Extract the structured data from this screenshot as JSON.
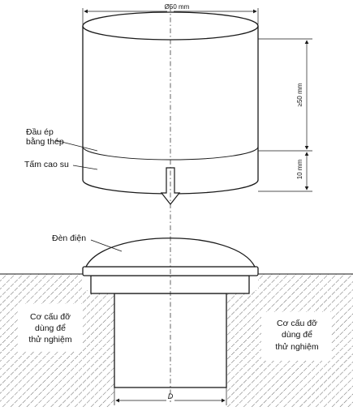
{
  "figure": {
    "dimensions": {
      "diameter": "Ø50 mm",
      "press_height": "≥50 mm",
      "rubber_thickness": "10 mm",
      "base_width": "D"
    },
    "labels": {
      "steel_press_line1": "Đầu ép",
      "steel_press_line2": "bằng thép",
      "rubber_plate": "Tấm cao su",
      "lamp": "Đèn điện",
      "support_left_line1": "Cơ cấu đỡ",
      "support_left_line2": "dùng để",
      "support_left_line3": "thử nghiệm",
      "support_right_line1": "Cơ cấu đỡ",
      "support_right_line2": "dùng để",
      "support_right_line3": "thử nghiệm"
    }
  }
}
